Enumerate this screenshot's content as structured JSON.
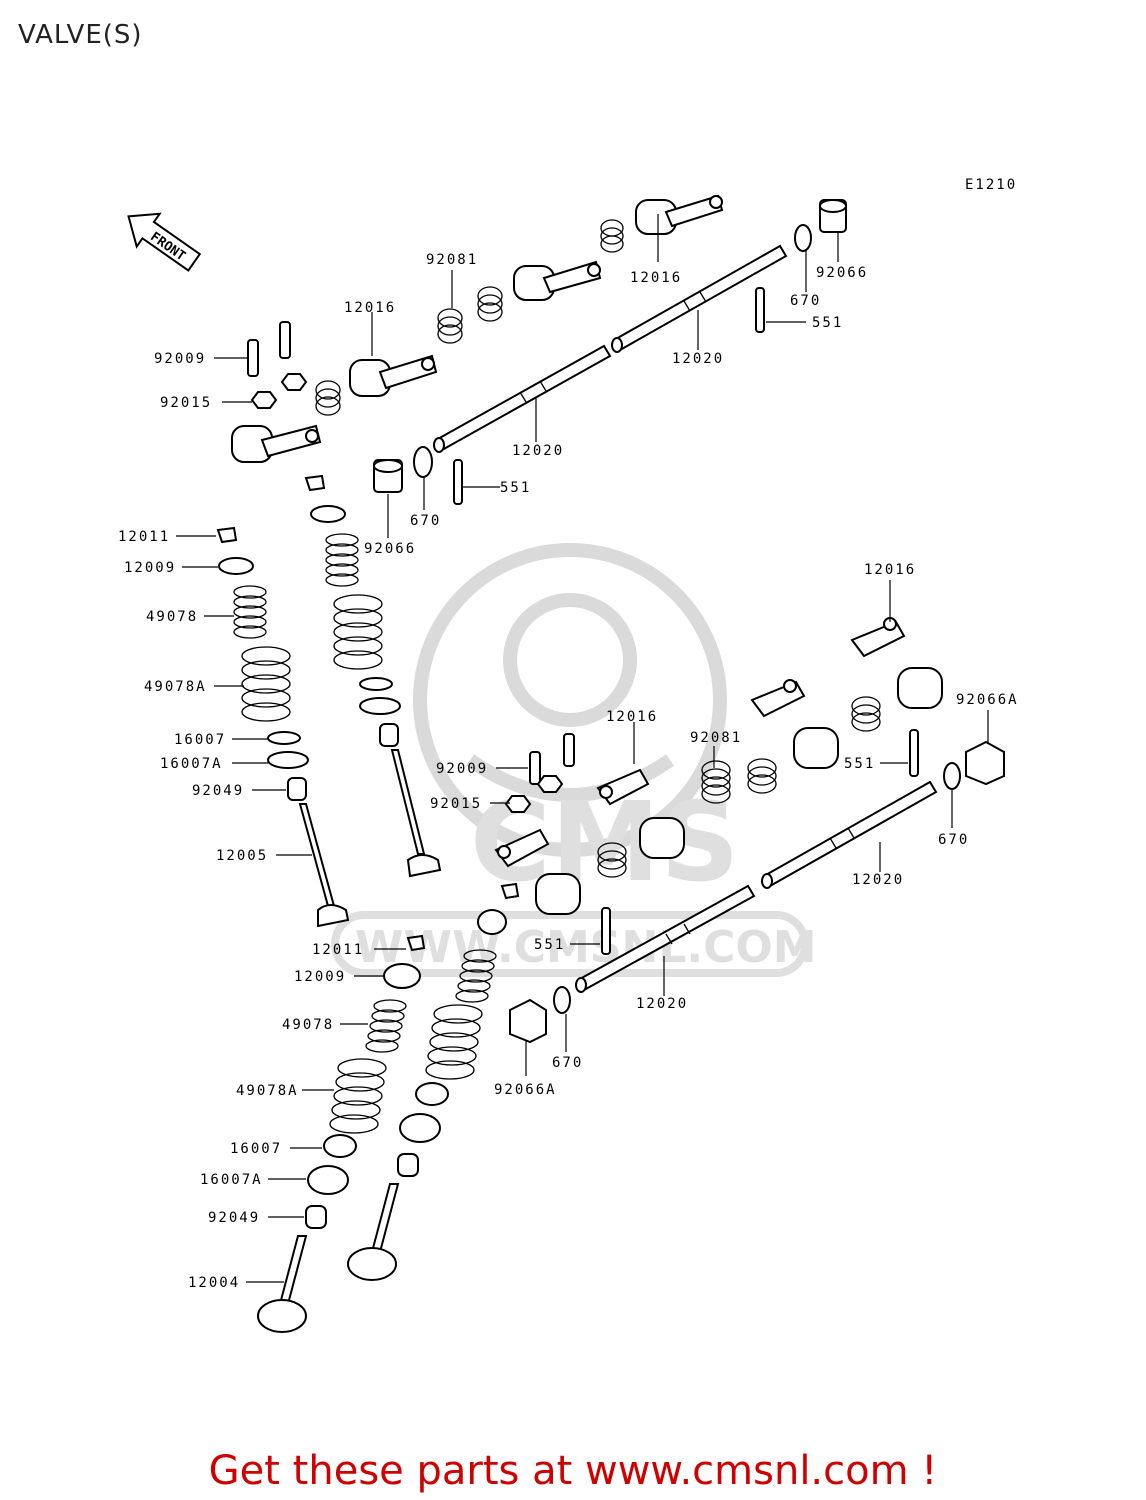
{
  "title": "VALVE(S)",
  "diagram_code": "E1210",
  "front_label": "FRONT",
  "footer": "Get these parts at www.cmsnl.com !",
  "watermark": {
    "brand": "CMS",
    "url": "WWW.CMSNL.COM"
  },
  "callouts": [
    "92081",
    "12016",
    "12016",
    "670",
    "92066",
    "551",
    "12020",
    "92009",
    "92015",
    "12020",
    "670",
    "551",
    "92066",
    "12011",
    "12009",
    "49078",
    "49078A",
    "16007",
    "16007A",
    "92049",
    "12005",
    "12016",
    "12016",
    "92081",
    "92066A",
    "92009",
    "92015",
    "551",
    "670",
    "12020",
    "12011",
    "551",
    "12009",
    "12020",
    "49078",
    "670",
    "92066A",
    "49078A",
    "16007",
    "16007A",
    "92049",
    "12004"
  ]
}
